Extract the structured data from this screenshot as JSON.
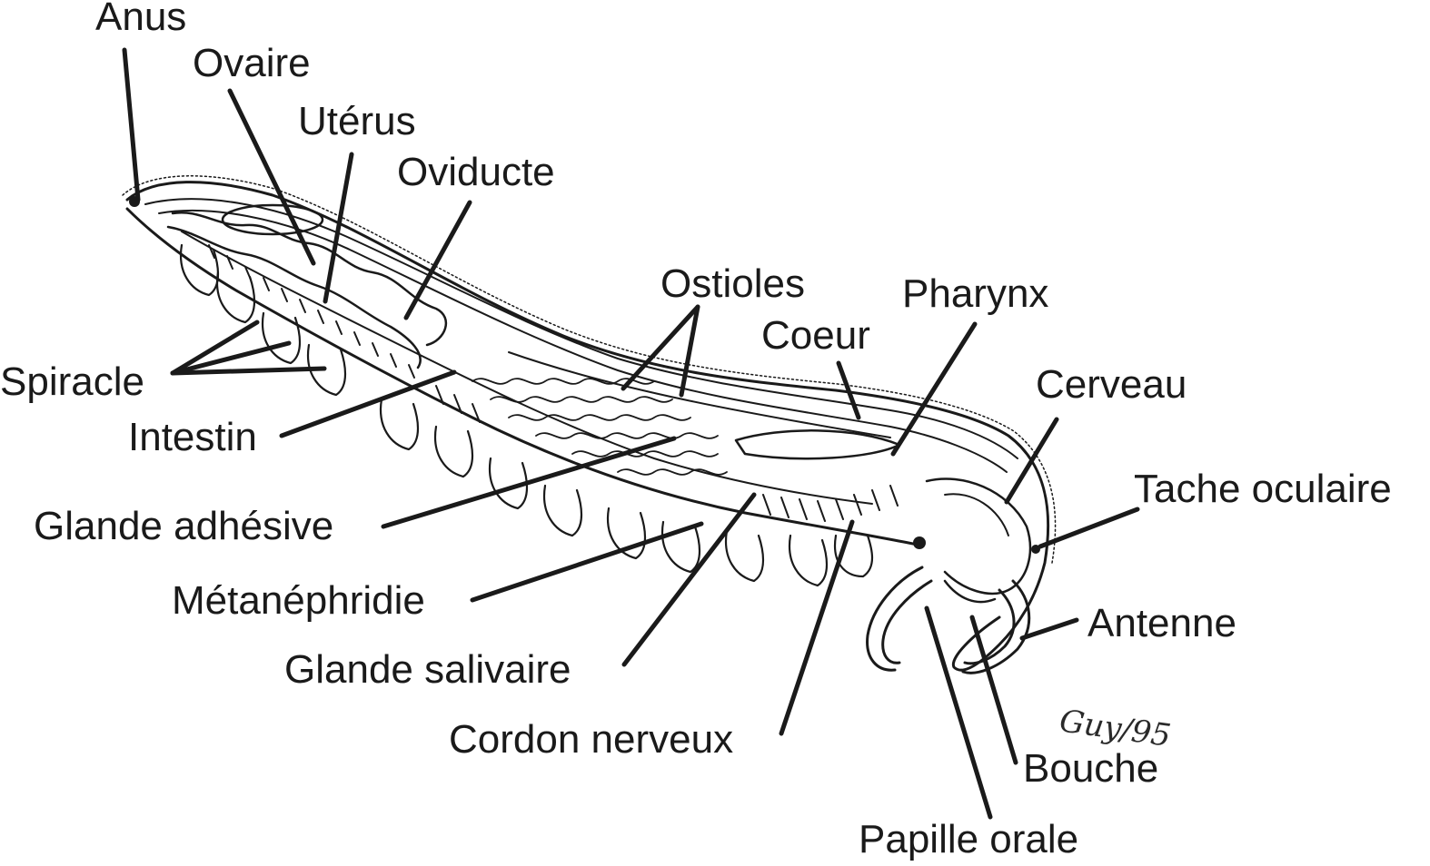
{
  "labels": {
    "anus": "Anus",
    "ovaire": "Ovaire",
    "uterus": "Utérus",
    "oviducte": "Oviducte",
    "ostioles": "Ostioles",
    "pharynx": "Pharynx",
    "coeur": "Coeur",
    "cerveau": "Cerveau",
    "spiracle": "Spiracle",
    "intestin": "Intestin",
    "tache_oculaire": "Tache oculaire",
    "glande_adhesive": "Glande adhésive",
    "metanephridie": "Métanéphridie",
    "antenne": "Antenne",
    "glande_salivaire": "Glande salivaire",
    "cordon_nerveux": "Cordon nerveux",
    "bouche": "Bouche",
    "papille_orale": "Papille orale"
  },
  "signature": "Guy/95"
}
